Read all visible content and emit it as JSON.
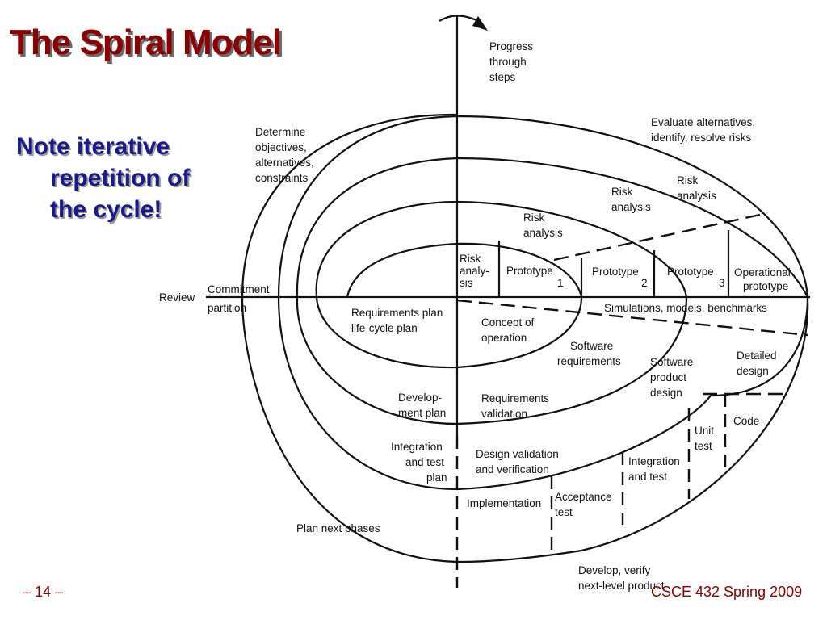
{
  "slide": {
    "title": "The Spiral Model",
    "note": [
      "Note iterative",
      "repetition of",
      "the cycle!"
    ],
    "page_number": "– 14 –",
    "footer_right": "CSCE 432 Spring 2009"
  },
  "diagram": {
    "progress": [
      "Progress",
      "through",
      "steps"
    ],
    "determine": [
      "Determine",
      "objectives,",
      "alternatives,",
      "constraints"
    ],
    "evaluate": [
      "Evaluate alternatives,",
      "identify, resolve risks"
    ],
    "review": "Review",
    "commitment": "Commitment",
    "partition": "partition",
    "risk_analysis_outer": [
      "Risk",
      "analysis"
    ],
    "risk_analysis_3": [
      "Risk",
      "analysis"
    ],
    "risk_analysis_2": [
      "Risk",
      "analysis"
    ],
    "risk_analysis_1": [
      "Risk",
      "analy-",
      "sis"
    ],
    "prototype_1": [
      "Prototype",
      "1"
    ],
    "prototype_2": [
      "Prototype",
      "2"
    ],
    "prototype_3": [
      "Prototype",
      "3"
    ],
    "operational_prototype": [
      "Operational",
      "prototype"
    ],
    "simulations": "Simulations, models, benchmarks",
    "requirements_plan": [
      "Requirements plan",
      "life-cycle plan"
    ],
    "concept_of_operation": [
      "Concept of",
      "operation"
    ],
    "software_requirements": [
      "Software",
      "requirements"
    ],
    "software_product_design": [
      "Software",
      "product",
      "design"
    ],
    "detailed_design": [
      "Detailed",
      "design"
    ],
    "development_plan": [
      "Develop-",
      "ment plan"
    ],
    "requirements_validation": [
      "Requirements",
      "validation"
    ],
    "code": "Code",
    "unit_test": [
      "Unit",
      "test"
    ],
    "integration_test_plan": [
      "Integration",
      "and test",
      "plan"
    ],
    "design_validation": [
      "Design validation",
      "and verification"
    ],
    "integration_and_test": [
      "Integration",
      "and test"
    ],
    "implementation": "Implementation",
    "acceptance_test": [
      "Acceptance",
      "test"
    ],
    "plan_next_phases": "Plan next phases",
    "develop_verify": [
      "Develop, verify",
      "next-level product"
    ]
  }
}
